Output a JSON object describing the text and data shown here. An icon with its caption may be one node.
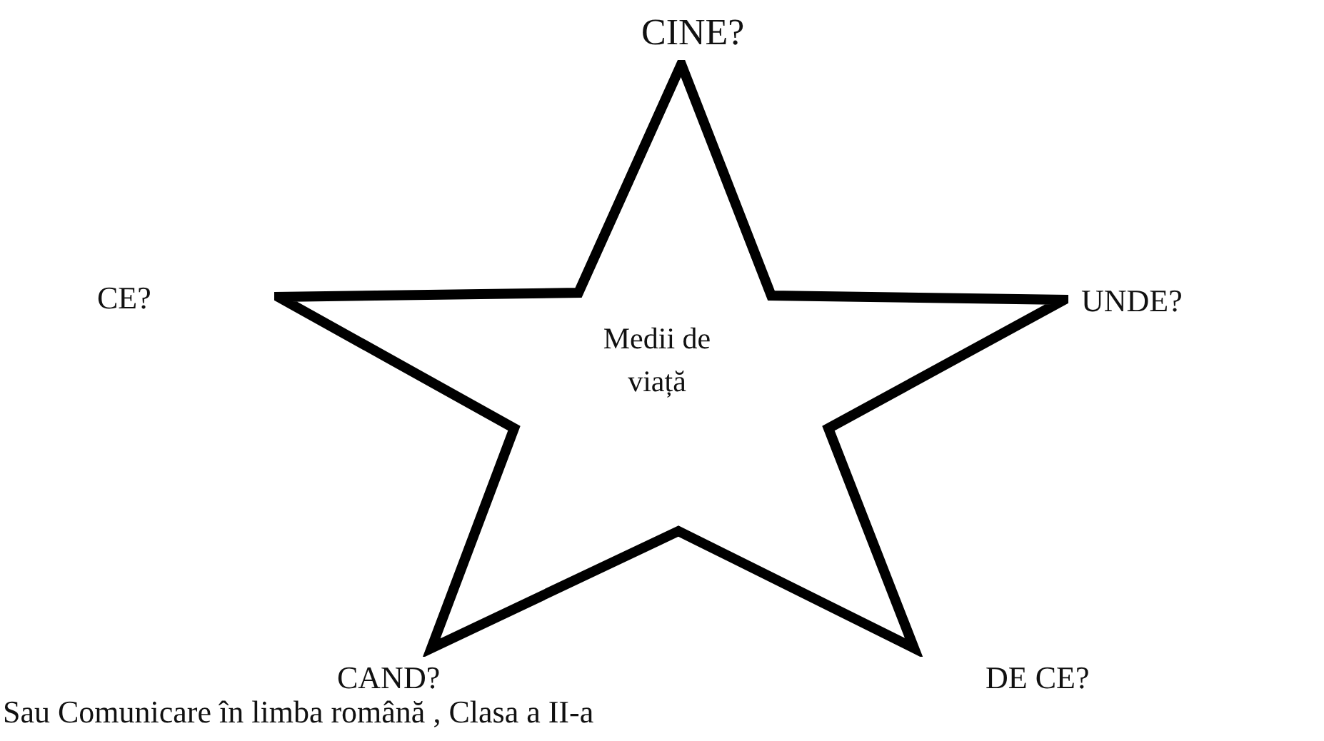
{
  "diagram": {
    "caption": "Sau Comunicare în limba română , Clasa a II-a",
    "nodes": [
      {
        "text": [
          "Medii de viață"
        ]
      }
    ],
    "labels": [
      "CINE?",
      "CE?",
      "UNDE?",
      "CAND?",
      "DE CE?"
    ]
  }
}
